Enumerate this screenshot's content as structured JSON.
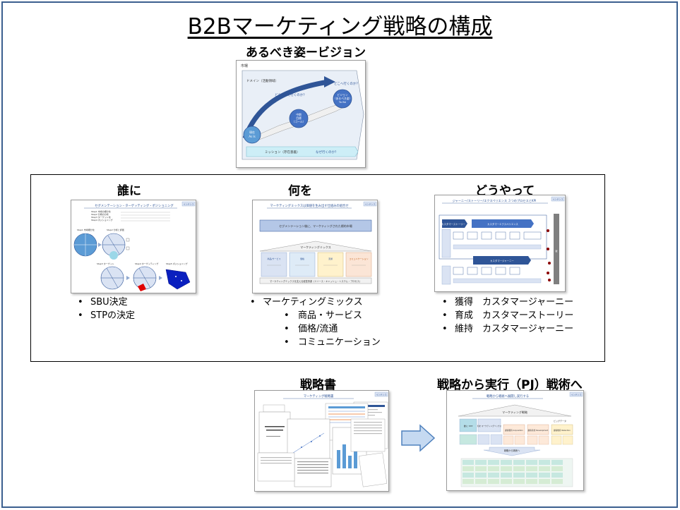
{
  "title": "B2Bマーケティング戦略の構成",
  "vision": {
    "heading": "あるべき姿ービジョン",
    "thumb": {
      "market": "市場",
      "domain": "ドメイン（活動領域）",
      "as_is": [
        "現在",
        "As Is"
      ],
      "mid": [
        "中期",
        "目標",
        "（ゴール）"
      ],
      "to_be": [
        "ビジョン",
        "（あるべき姿）",
        "To Be"
      ],
      "q_how": "どうやって行くのか？",
      "q_where": "どこへ行くのか？",
      "mission": "ミッション（存在意義）",
      "q_why": "なぜ行くのか？"
    }
  },
  "sections": {
    "who": {
      "heading": "誰に",
      "bullets": [
        "SBU決定",
        "STPの決定"
      ],
      "thumb": {
        "title": "セグメンテーション・ターゲッティング・ポジショニング",
        "badge": "インテンス",
        "steps": [
          "Step1 市場の細分化",
          "Step2 分類の分析",
          "Step3 ターゲット化",
          "Step4 ポジショニング"
        ],
        "labels": [
          "Step1 市場細分化",
          "Step2 分析と評価",
          "Step3 ターゲット",
          "Step4 ターゲッティング",
          "Step5 ポジショニング"
        ]
      }
    },
    "what": {
      "heading": "何を",
      "bullets": [
        "マーケティングミックス"
      ],
      "sub_bullets": [
        "商品・サービス",
        "価格/流通",
        "コミュニケーション"
      ],
      "thumb": {
        "title": "マーケティングミックスは価値を生み出す仕組みの組合せ",
        "badge": "インテンス",
        "segment": "セグメンテーション後に、マーケティングされた標的市場",
        "mix": "マーケティングミックス",
        "cards": [
          "商品/サービス",
          "価格",
          "流通",
          "コミュニケーション"
        ],
        "footer": "マーケティングミックスを支える経営資源（リソース・キャッシュ・システム・プロセス）"
      }
    },
    "how": {
      "heading": "どうやって",
      "bullets": [
        "獲得　カスタマージャーニー",
        "育成　カスタマーストーリー",
        "維持　カスタマージャーニー"
      ],
      "thumb": {
        "title": "ジャーニー/ストーリー/エクスペリエンス ３つのプロセスとKPI",
        "badge": "インテンス",
        "story": "カスタマーストーリー",
        "experience": "カスタマーエクスペリエンス",
        "journey": "カスタマージャーニー",
        "wall": "壁"
      }
    }
  },
  "strategy_doc": {
    "heading": "戦略書",
    "thumb": {
      "title": "マーケティング戦略書",
      "badge": "インテンス"
    }
  },
  "execution": {
    "heading": "戦略から実行（PJ）戦術へ",
    "thumb": {
      "title": "戦略から戦術へ展開し実行する",
      "badge": "インテンス",
      "roof": "マーケティング戦略",
      "sub": "ビッグデータ",
      "pillars": [
        "誰に STP",
        "何を マーケティングミックス",
        "顧客獲得 Acquisition",
        "顧客育成 Development",
        "顧客維持 Retention"
      ],
      "band": "戦略から戦術へ"
    }
  },
  "colors": {
    "frame": "#3b5f8f",
    "accent_blue": "#2f5597",
    "light_blue": "#dae3f3",
    "cyan": "#cdeef7"
  }
}
